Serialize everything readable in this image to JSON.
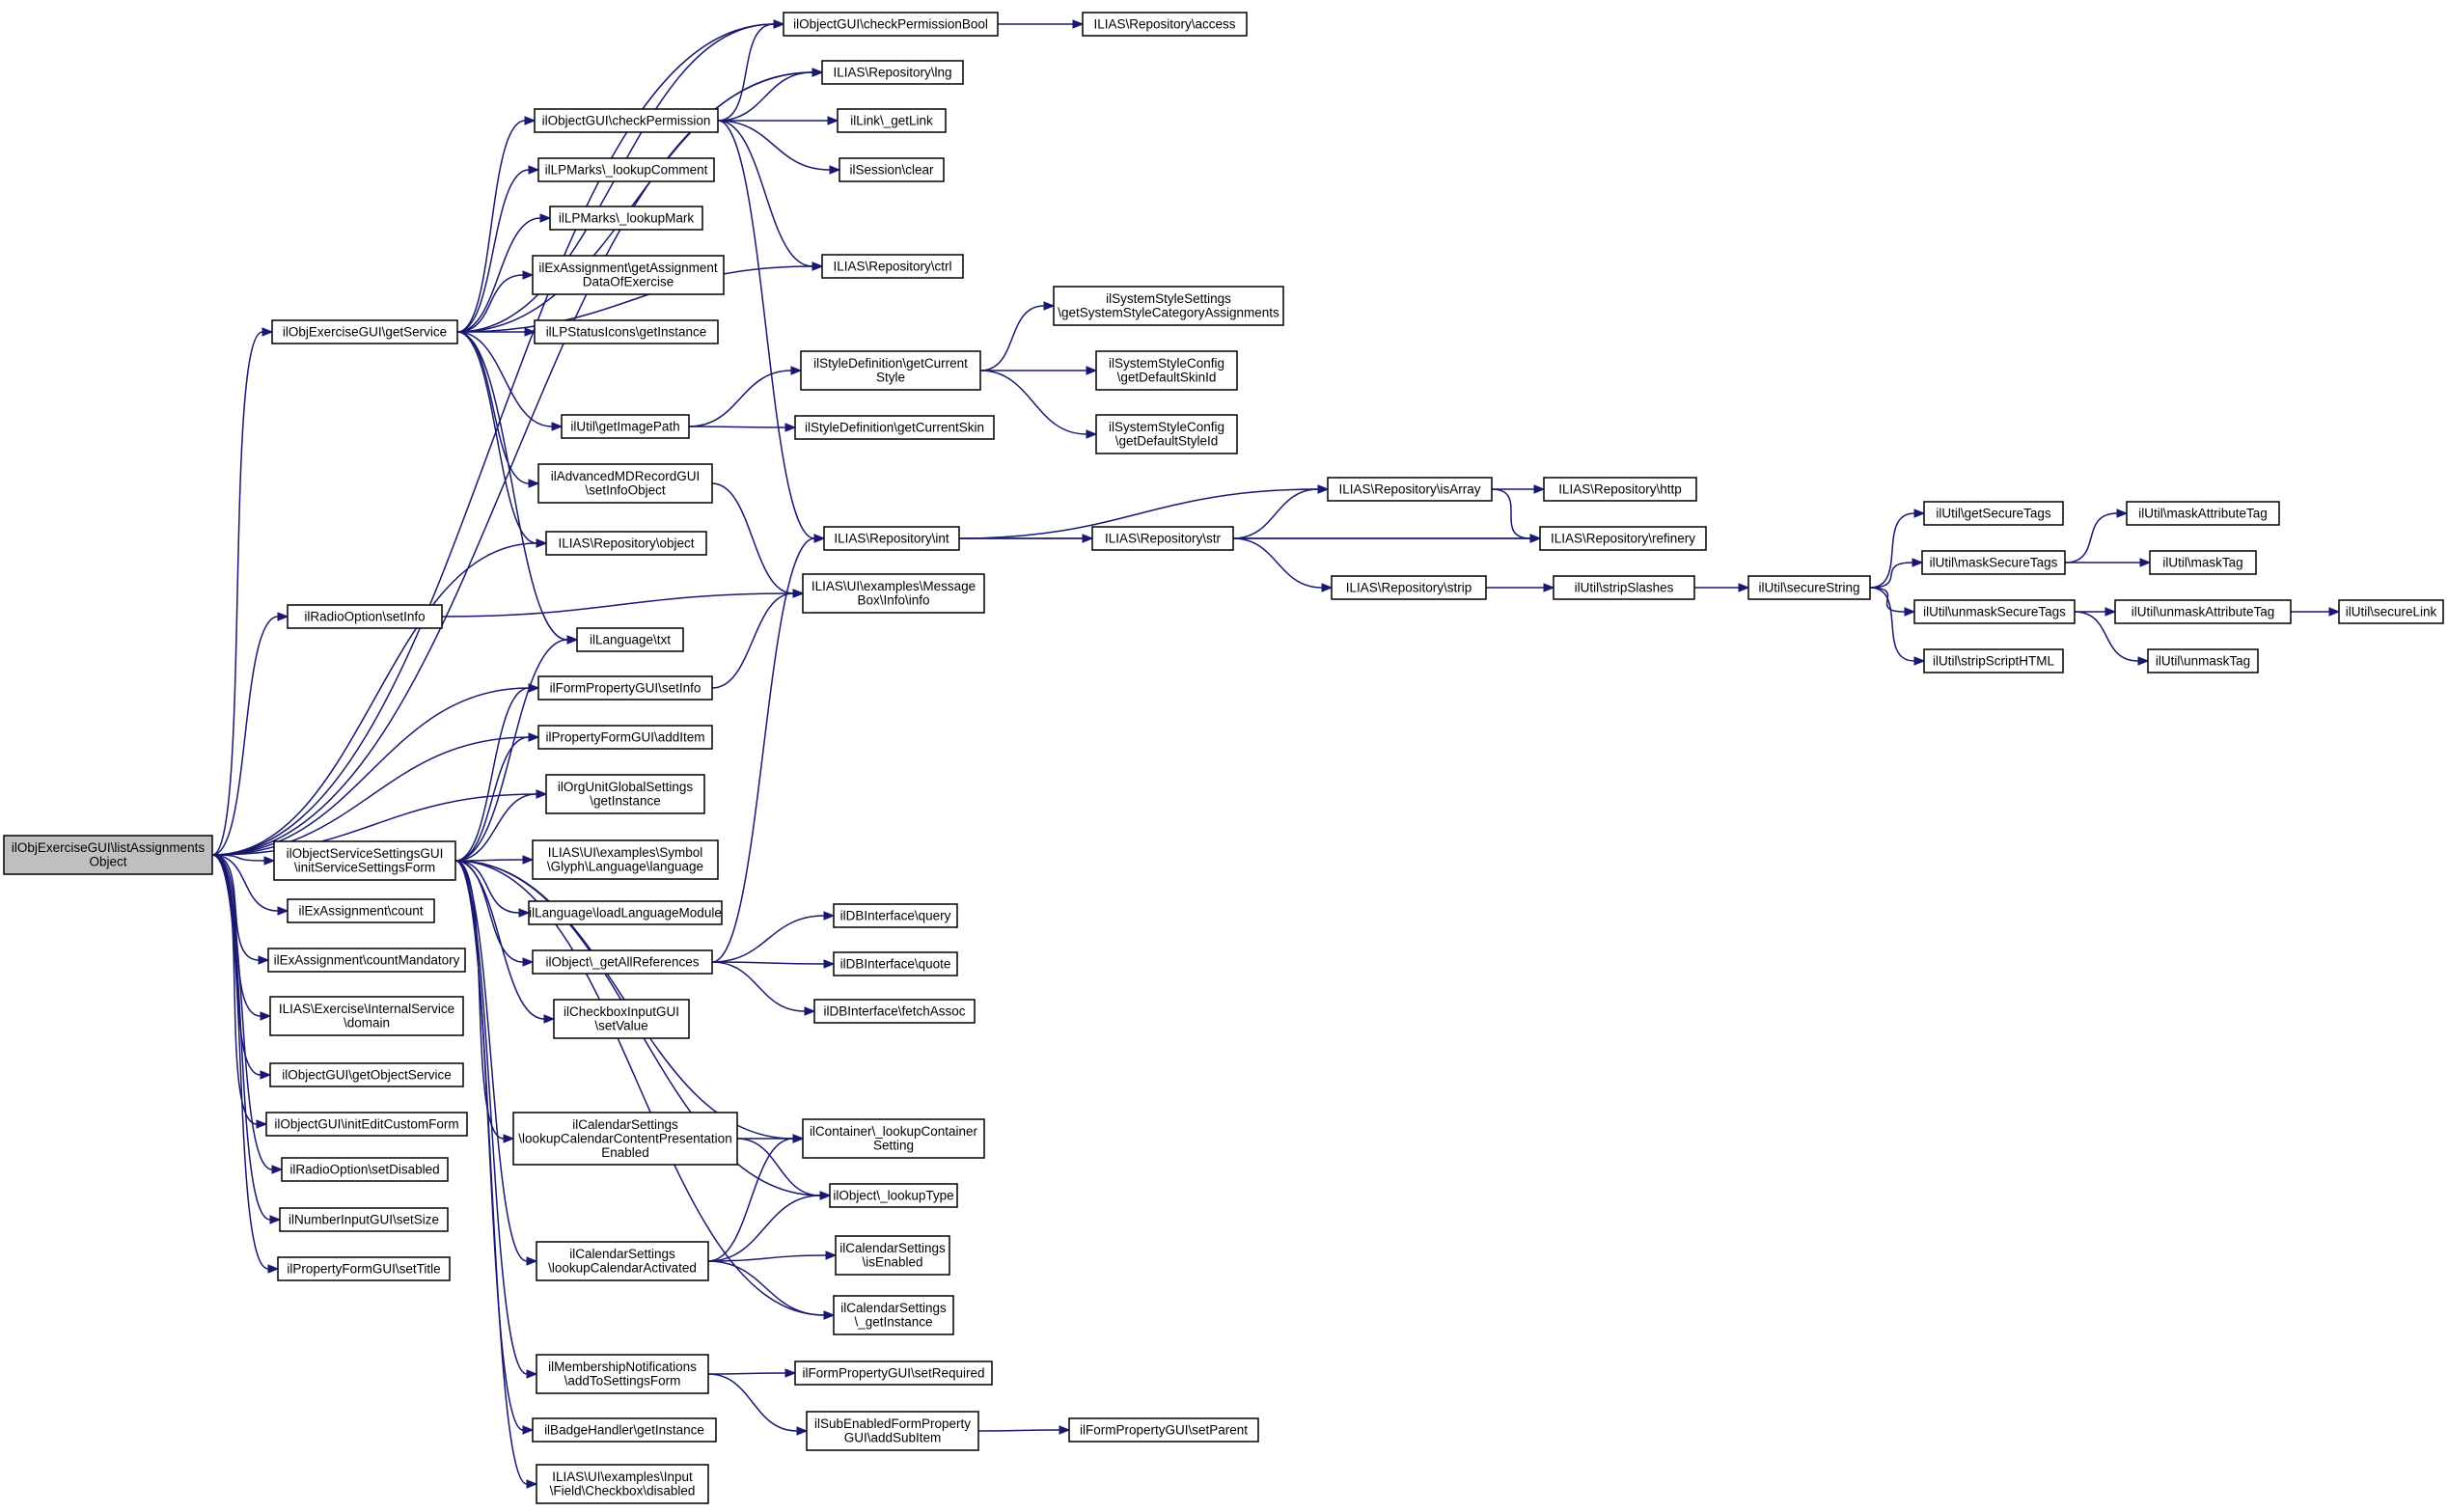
{
  "diagram": {
    "colors": {
      "edge": "#191970",
      "node_border": "#000000",
      "node_fill": "#ffffff",
      "root_fill": "#bfbfbf"
    },
    "nodes": [
      {
        "id": "root",
        "lines": [
          "ilObjExerciseGUI\\listAssignments",
          "Object"
        ]
      },
      {
        "id": "getService",
        "lines": [
          "ilObjExerciseGUI\\getService"
        ]
      },
      {
        "id": "radioSetInfo",
        "lines": [
          "ilRadioOption\\setInfo"
        ]
      },
      {
        "id": "initServiceSettingsForm",
        "lines": [
          "ilObjectServiceSettingsGUI",
          "\\initServiceSettingsForm"
        ]
      },
      {
        "id": "exAssignCount",
        "lines": [
          "ilExAssignment\\count"
        ]
      },
      {
        "id": "exAssignCountMandatory",
        "lines": [
          "ilExAssignment\\countMandatory"
        ]
      },
      {
        "id": "internalServiceDomain",
        "lines": [
          "ILIAS\\Exercise\\InternalService",
          "\\domain"
        ]
      },
      {
        "id": "getObjectService",
        "lines": [
          "ilObjectGUI\\getObjectService"
        ]
      },
      {
        "id": "initEditCustomForm",
        "lines": [
          "ilObjectGUI\\initEditCustomForm"
        ]
      },
      {
        "id": "radioSetDisabled",
        "lines": [
          "ilRadioOption\\setDisabled"
        ]
      },
      {
        "id": "numberSetSize",
        "lines": [
          "ilNumberInputGUI\\setSize"
        ]
      },
      {
        "id": "propFormSetTitle",
        "lines": [
          "ilPropertyFormGUI\\setTitle"
        ]
      },
      {
        "id": "checkPermission",
        "lines": [
          "ilObjectGUI\\checkPermission"
        ]
      },
      {
        "id": "lpLookupComment",
        "lines": [
          "ilLPMarks\\_lookupComment"
        ]
      },
      {
        "id": "lpLookupMark",
        "lines": [
          "ilLPMarks\\_lookupMark"
        ]
      },
      {
        "id": "getAssignmentData",
        "lines": [
          "ilExAssignment\\getAssignment",
          "DataOfExercise"
        ]
      },
      {
        "id": "lpStatusIcons",
        "lines": [
          "ilLPStatusIcons\\getInstance"
        ]
      },
      {
        "id": "getImagePath",
        "lines": [
          "ilUtil\\getImagePath"
        ]
      },
      {
        "id": "advMDSetInfoObject",
        "lines": [
          "ilAdvancedMDRecordGUI",
          "\\setInfoObject"
        ]
      },
      {
        "id": "repoObject",
        "lines": [
          "ILIAS\\Repository\\object"
        ]
      },
      {
        "id": "langTxt",
        "lines": [
          "ilLanguage\\txt"
        ]
      },
      {
        "id": "formPropSetInfo",
        "lines": [
          "ilFormPropertyGUI\\setInfo"
        ]
      },
      {
        "id": "propFormAddItem",
        "lines": [
          "ilPropertyFormGUI\\addItem"
        ]
      },
      {
        "id": "orgUnitGetInstance",
        "lines": [
          "ilOrgUnitGlobalSettings",
          "\\getInstance"
        ]
      },
      {
        "id": "glyphLanguage",
        "lines": [
          "ILIAS\\UI\\examples\\Symbol",
          "\\Glyph\\Language\\language"
        ]
      },
      {
        "id": "loadLanguageModule",
        "lines": [
          "ilLanguage\\loadLanguageModule"
        ]
      },
      {
        "id": "getAllReferences",
        "lines": [
          "ilObject\\_getAllReferences"
        ]
      },
      {
        "id": "checkboxSetValue",
        "lines": [
          "ilCheckboxInputGUI",
          "\\setValue"
        ]
      },
      {
        "id": "calLookupPresentation",
        "lines": [
          "ilCalendarSettings",
          "\\lookupCalendarContentPresentation",
          "Enabled"
        ]
      },
      {
        "id": "calLookupActivated",
        "lines": [
          "ilCalendarSettings",
          "\\lookupCalendarActivated"
        ]
      },
      {
        "id": "membershipAddToSettings",
        "lines": [
          "ilMembershipNotifications",
          "\\addToSettingsForm"
        ]
      },
      {
        "id": "badgeGetInstance",
        "lines": [
          "ilBadgeHandler\\getInstance"
        ]
      },
      {
        "id": "checkboxDisabled",
        "lines": [
          "ILIAS\\UI\\examples\\Input",
          "\\Field\\Checkbox\\disabled"
        ]
      },
      {
        "id": "checkPermissionBool",
        "lines": [
          "ilObjectGUI\\checkPermissionBool"
        ]
      },
      {
        "id": "repoLng",
        "lines": [
          "ILIAS\\Repository\\lng"
        ]
      },
      {
        "id": "linkGetLink",
        "lines": [
          "ilLink\\_getLink"
        ]
      },
      {
        "id": "sessionClear",
        "lines": [
          "ilSession\\clear"
        ]
      },
      {
        "id": "repoCtrl",
        "lines": [
          "ILIAS\\Repository\\ctrl"
        ]
      },
      {
        "id": "styleGetCurrentStyle",
        "lines": [
          "ilStyleDefinition\\getCurrent",
          "Style"
        ]
      },
      {
        "id": "styleGetCurrentSkin",
        "lines": [
          "ilStyleDefinition\\getCurrentSkin"
        ]
      },
      {
        "id": "repoInt",
        "lines": [
          "ILIAS\\Repository\\int"
        ]
      },
      {
        "id": "messageBoxInfo",
        "lines": [
          "ILIAS\\UI\\examples\\Message",
          "Box\\Info\\info"
        ]
      },
      {
        "id": "dbQuery",
        "lines": [
          "ilDBInterface\\query"
        ]
      },
      {
        "id": "dbQuote",
        "lines": [
          "ilDBInterface\\quote"
        ]
      },
      {
        "id": "dbFetchAssoc",
        "lines": [
          "ilDBInterface\\fetchAssoc"
        ]
      },
      {
        "id": "containerLookupSetting",
        "lines": [
          "ilContainer\\_lookupContainer",
          "Setting"
        ]
      },
      {
        "id": "objLookupType",
        "lines": [
          "ilObject\\_lookupType"
        ]
      },
      {
        "id": "calIsEnabled",
        "lines": [
          "ilCalendarSettings",
          "\\isEnabled"
        ]
      },
      {
        "id": "calGetInstance",
        "lines": [
          "ilCalendarSettings",
          "\\_getInstance"
        ]
      },
      {
        "id": "formPropSetRequired",
        "lines": [
          "ilFormPropertyGUI\\setRequired"
        ]
      },
      {
        "id": "subEnabledAddSubItem",
        "lines": [
          "ilSubEnabledFormProperty",
          "GUI\\addSubItem"
        ]
      },
      {
        "id": "formPropSetParent",
        "lines": [
          "ilFormPropertyGUI\\setParent"
        ]
      },
      {
        "id": "repoAccess",
        "lines": [
          "ILIAS\\Repository\\access"
        ]
      },
      {
        "id": "sysStyleCategoryAssign",
        "lines": [
          "ilSystemStyleSettings",
          "\\getSystemStyleCategoryAssignments"
        ]
      },
      {
        "id": "sysStyleDefaultSkin",
        "lines": [
          "ilSystemStyleConfig",
          "\\getDefaultSkinId"
        ]
      },
      {
        "id": "sysStyleDefaultStyle",
        "lines": [
          "ilSystemStyleConfig",
          "\\getDefaultStyleId"
        ]
      },
      {
        "id": "repoStr",
        "lines": [
          "ILIAS\\Repository\\str"
        ]
      },
      {
        "id": "repoIsArray",
        "lines": [
          "ILIAS\\Repository\\isArray"
        ]
      },
      {
        "id": "repoStrip",
        "lines": [
          "ILIAS\\Repository\\strip"
        ]
      },
      {
        "id": "repoHttp",
        "lines": [
          "ILIAS\\Repository\\http"
        ]
      },
      {
        "id": "repoRefinery",
        "lines": [
          "ILIAS\\Repository\\refinery"
        ]
      },
      {
        "id": "utilStripSlashes",
        "lines": [
          "ilUtil\\stripSlashes"
        ]
      },
      {
        "id": "utilSecureString",
        "lines": [
          "ilUtil\\secureString"
        ]
      },
      {
        "id": "utilGetSecureTags",
        "lines": [
          "ilUtil\\getSecureTags"
        ]
      },
      {
        "id": "utilMaskSecureTags",
        "lines": [
          "ilUtil\\maskSecureTags"
        ]
      },
      {
        "id": "utilUnmaskSecureTags",
        "lines": [
          "ilUtil\\unmaskSecureTags"
        ]
      },
      {
        "id": "utilStripScriptHTML",
        "lines": [
          "ilUtil\\stripScriptHTML"
        ]
      },
      {
        "id": "utilMaskAttributeTag",
        "lines": [
          "ilUtil\\maskAttributeTag"
        ]
      },
      {
        "id": "utilMaskTag",
        "lines": [
          "ilUtil\\maskTag"
        ]
      },
      {
        "id": "utilUnmaskAttributeTag",
        "lines": [
          "ilUtil\\unmaskAttributeTag"
        ]
      },
      {
        "id": "utilUnmaskTag",
        "lines": [
          "ilUtil\\unmaskTag"
        ]
      },
      {
        "id": "utilSecureLink",
        "lines": [
          "ilUtil\\secureLink"
        ]
      }
    ],
    "edges": [
      [
        "root",
        "getService"
      ],
      [
        "root",
        "radioSetInfo"
      ],
      [
        "root",
        "initServiceSettingsForm"
      ],
      [
        "root",
        "exAssignCount"
      ],
      [
        "root",
        "exAssignCountMandatory"
      ],
      [
        "root",
        "internalServiceDomain"
      ],
      [
        "root",
        "getObjectService"
      ],
      [
        "root",
        "initEditCustomForm"
      ],
      [
        "root",
        "radioSetDisabled"
      ],
      [
        "root",
        "numberSetSize"
      ],
      [
        "root",
        "propFormSetTitle"
      ],
      [
        "root",
        "checkPermissionBool"
      ],
      [
        "root",
        "repoLng"
      ],
      [
        "root",
        "repoObject"
      ],
      [
        "root",
        "formPropSetInfo"
      ],
      [
        "root",
        "propFormAddItem"
      ],
      [
        "root",
        "orgUnitGetInstance"
      ],
      [
        "getService",
        "checkPermission"
      ],
      [
        "getService",
        "lpLookupComment"
      ],
      [
        "getService",
        "lpLookupMark"
      ],
      [
        "getService",
        "getAssignmentData"
      ],
      [
        "getService",
        "lpStatusIcons"
      ],
      [
        "getService",
        "getImagePath"
      ],
      [
        "getService",
        "advMDSetInfoObject"
      ],
      [
        "getService",
        "repoObject"
      ],
      [
        "getService",
        "langTxt"
      ],
      [
        "getService",
        "repoCtrl"
      ],
      [
        "getService",
        "repoLng"
      ],
      [
        "getService",
        "checkPermissionBool"
      ],
      [
        "radioSetInfo",
        "messageBoxInfo"
      ],
      [
        "initServiceSettingsForm",
        "langTxt"
      ],
      [
        "initServiceSettingsForm",
        "formPropSetInfo"
      ],
      [
        "initServiceSettingsForm",
        "propFormAddItem"
      ],
      [
        "initServiceSettingsForm",
        "orgUnitGetInstance"
      ],
      [
        "initServiceSettingsForm",
        "glyphLanguage"
      ],
      [
        "initServiceSettingsForm",
        "loadLanguageModule"
      ],
      [
        "initServiceSettingsForm",
        "getAllReferences"
      ],
      [
        "initServiceSettingsForm",
        "checkboxSetValue"
      ],
      [
        "initServiceSettingsForm",
        "calLookupPresentation"
      ],
      [
        "initServiceSettingsForm",
        "calLookupActivated"
      ],
      [
        "initServiceSettingsForm",
        "membershipAddToSettings"
      ],
      [
        "initServiceSettingsForm",
        "badgeGetInstance"
      ],
      [
        "initServiceSettingsForm",
        "checkboxDisabled"
      ],
      [
        "initServiceSettingsForm",
        "containerLookupSetting"
      ],
      [
        "initServiceSettingsForm",
        "objLookupType"
      ],
      [
        "initServiceSettingsForm",
        "calGetInstance"
      ],
      [
        "checkPermission",
        "checkPermissionBool"
      ],
      [
        "checkPermission",
        "repoLng"
      ],
      [
        "checkPermission",
        "linkGetLink"
      ],
      [
        "checkPermission",
        "sessionClear"
      ],
      [
        "checkPermission",
        "repoCtrl"
      ],
      [
        "checkPermission",
        "repoInt"
      ],
      [
        "getImagePath",
        "styleGetCurrentStyle"
      ],
      [
        "getImagePath",
        "styleGetCurrentSkin"
      ],
      [
        "advMDSetInfoObject",
        "messageBoxInfo"
      ],
      [
        "formPropSetInfo",
        "messageBoxInfo"
      ],
      [
        "getAllReferences",
        "dbQuery"
      ],
      [
        "getAllReferences",
        "dbQuote"
      ],
      [
        "getAllReferences",
        "dbFetchAssoc"
      ],
      [
        "getAllReferences",
        "repoInt"
      ],
      [
        "calLookupPresentation",
        "containerLookupSetting"
      ],
      [
        "calLookupPresentation",
        "objLookupType"
      ],
      [
        "calLookupActivated",
        "containerLookupSetting"
      ],
      [
        "calLookupActivated",
        "objLookupType"
      ],
      [
        "calLookupActivated",
        "calIsEnabled"
      ],
      [
        "calLookupActivated",
        "calGetInstance"
      ],
      [
        "membershipAddToSettings",
        "formPropSetRequired"
      ],
      [
        "membershipAddToSettings",
        "subEnabledAddSubItem"
      ],
      [
        "subEnabledAddSubItem",
        "formPropSetParent"
      ],
      [
        "checkPermissionBool",
        "repoAccess"
      ],
      [
        "styleGetCurrentStyle",
        "sysStyleCategoryAssign"
      ],
      [
        "styleGetCurrentStyle",
        "sysStyleDefaultSkin"
      ],
      [
        "styleGetCurrentStyle",
        "sysStyleDefaultStyle"
      ],
      [
        "repoInt",
        "repoStr"
      ],
      [
        "repoInt",
        "repoIsArray"
      ],
      [
        "repoInt",
        "repoRefinery"
      ],
      [
        "repoStr",
        "repoIsArray"
      ],
      [
        "repoStr",
        "repoStrip"
      ],
      [
        "repoStr",
        "repoRefinery"
      ],
      [
        "repoIsArray",
        "repoHttp"
      ],
      [
        "repoIsArray",
        "repoRefinery"
      ],
      [
        "repoStrip",
        "utilStripSlashes"
      ],
      [
        "utilStripSlashes",
        "utilSecureString"
      ],
      [
        "utilSecureString",
        "utilGetSecureTags"
      ],
      [
        "utilSecureString",
        "utilMaskSecureTags"
      ],
      [
        "utilSecureString",
        "utilUnmaskSecureTags"
      ],
      [
        "utilSecureString",
        "utilStripScriptHTML"
      ],
      [
        "utilMaskSecureTags",
        "utilMaskAttributeTag"
      ],
      [
        "utilMaskSecureTags",
        "utilMaskTag"
      ],
      [
        "utilUnmaskSecureTags",
        "utilUnmaskAttributeTag"
      ],
      [
        "utilUnmaskSecureTags",
        "utilUnmaskTag"
      ],
      [
        "utilUnmaskAttributeTag",
        "utilSecureLink"
      ]
    ]
  }
}
